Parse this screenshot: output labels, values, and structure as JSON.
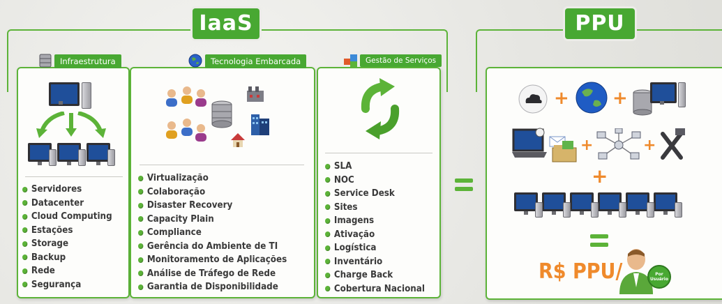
{
  "iaas": {
    "title": "IaaS",
    "infraestrutura": {
      "header": "Infraestrutura",
      "items": [
        "Servidores",
        "Datacenter",
        "Cloud Computing",
        "Estações",
        "Storage",
        "Backup",
        "Rede",
        "Segurança"
      ]
    },
    "tecnologia": {
      "header": "Tecnologia Embarcada",
      "items": [
        "Virtualização",
        "Colaboração",
        "Disaster Recovery",
        "Capacity Plain",
        "Compliance",
        "Gerência do Ambiente de TI",
        "Monitoramento de Aplicações",
        "Análise de Tráfego de Rede",
        "Garantia de Disponibilidade"
      ]
    },
    "gestao": {
      "header": "Gestão de Serviços",
      "items": [
        "SLA",
        "NOC",
        "Service Desk",
        "Sites",
        "Imagens",
        "Ativação",
        "Logística",
        "Inventário",
        "Charge Back",
        "Cobertura Nacional"
      ]
    }
  },
  "ppu": {
    "title": "PPU",
    "price_label": "R$ PPU/",
    "badge_label": "Por Usuário"
  },
  "colors": {
    "green": "#48a832",
    "green_border": "#5cb338",
    "orange": "#ef8a2c",
    "panel_bg": "#fdfdfb"
  },
  "icons": [
    "database-icon",
    "globe-icon",
    "services-icon",
    "computer-icon",
    "arrows-icon",
    "monitor-icon",
    "users-icon",
    "server-icon",
    "factory-icon",
    "building-icon",
    "house-icon",
    "recycle-icon",
    "cloud-icon",
    "laptop-icon",
    "network-icon",
    "tools-icon",
    "user-icon"
  ]
}
